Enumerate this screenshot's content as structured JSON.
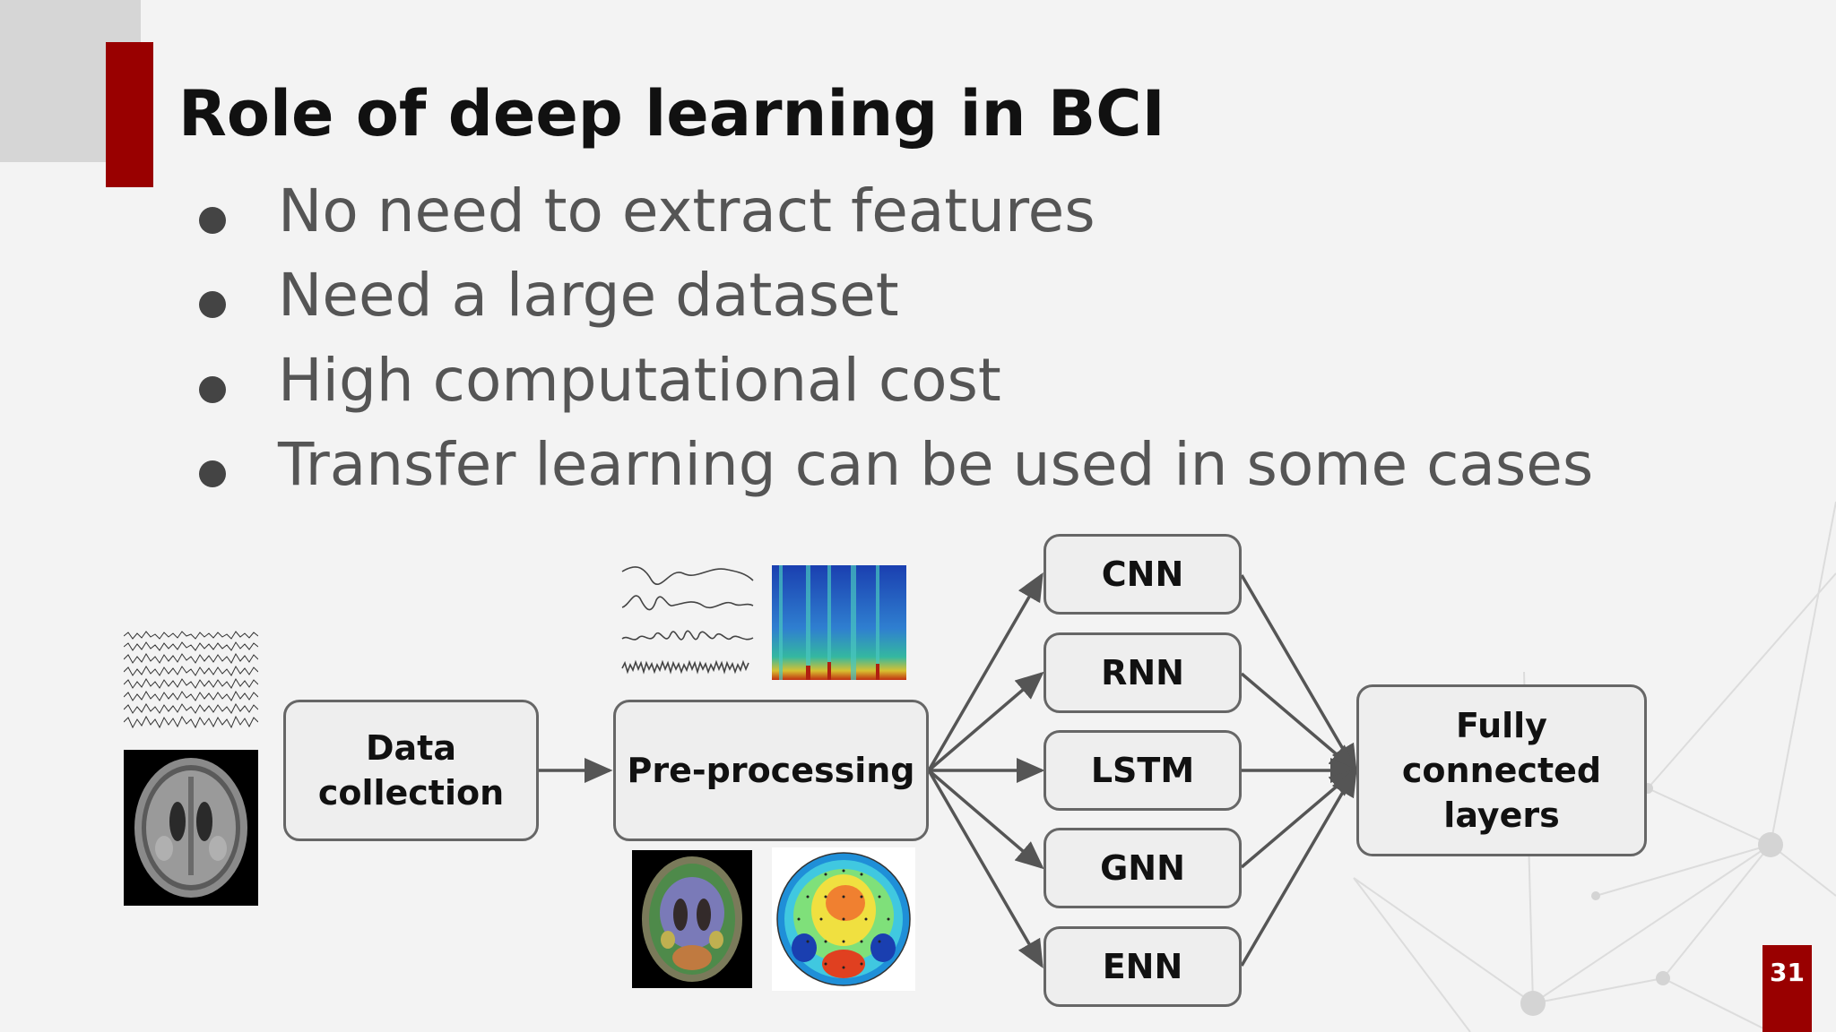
{
  "slide": {
    "title": "Role of deep learning in BCI",
    "page_number": "31",
    "accent_color": "#990000"
  },
  "bullets": [
    {
      "text": "No need to extract features"
    },
    {
      "text": "Need a large dataset"
    },
    {
      "text": "High computational cost"
    },
    {
      "text": "Transfer learning can be used in some cases"
    }
  ],
  "diagram": {
    "data_collection": "Data\ncollection",
    "preprocessing": "Pre-processing",
    "models": [
      "CNN",
      "RNN",
      "LSTM",
      "GNN",
      "ENN"
    ],
    "output": "Fully\nconnected\nlayers"
  }
}
